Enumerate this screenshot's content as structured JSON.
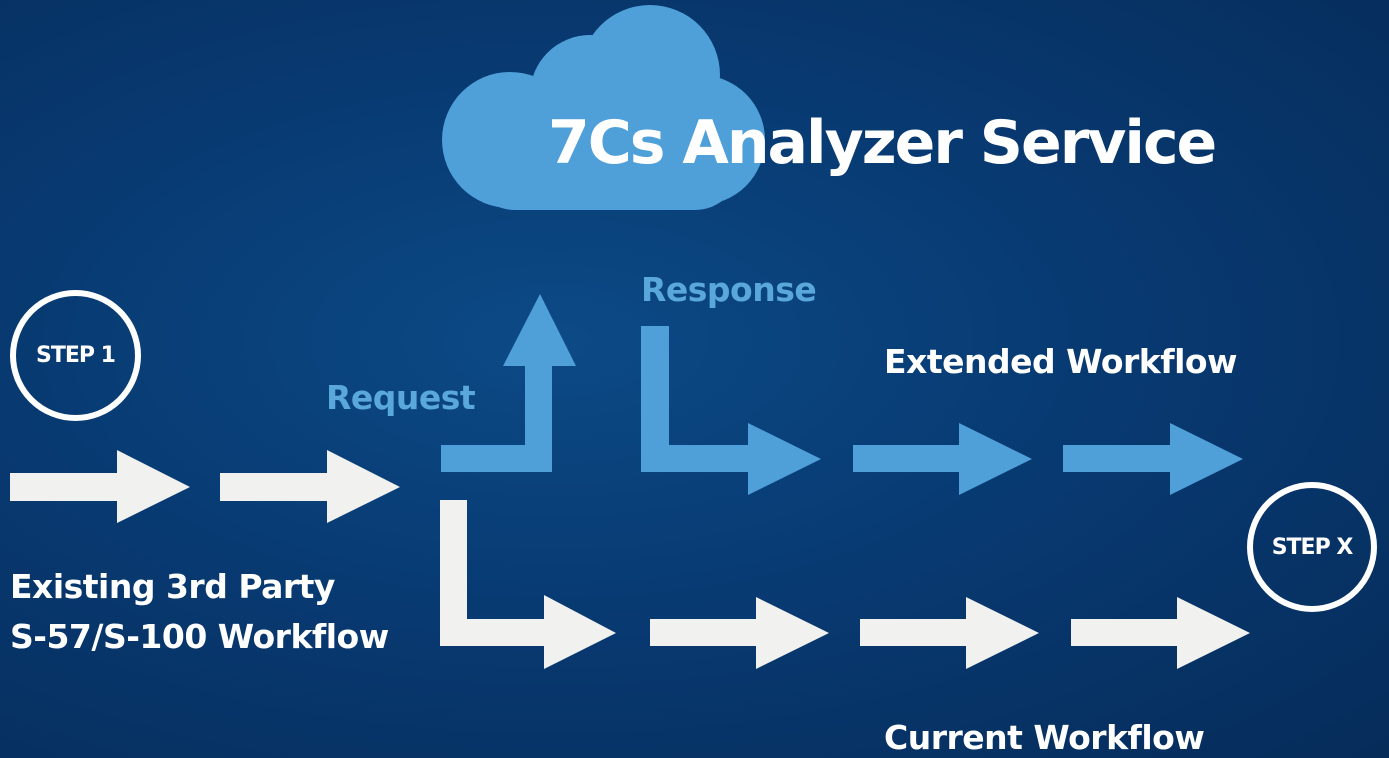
{
  "title": "7Cs Analyzer Service",
  "labels": {
    "request": "Request",
    "response": "Response",
    "extended": "Extended Workflow",
    "current": "Current Workflow",
    "existing_line1": "Existing 3rd Party",
    "existing_line2": "S-57/S-100 Workflow"
  },
  "steps": {
    "start": "STEP 1",
    "end": "STEP X"
  },
  "colors": {
    "background": "#083a72",
    "blue_flow": "#4f9fd9",
    "white_flow": "#f1f1ef",
    "cloud": "#4f9fd9"
  }
}
